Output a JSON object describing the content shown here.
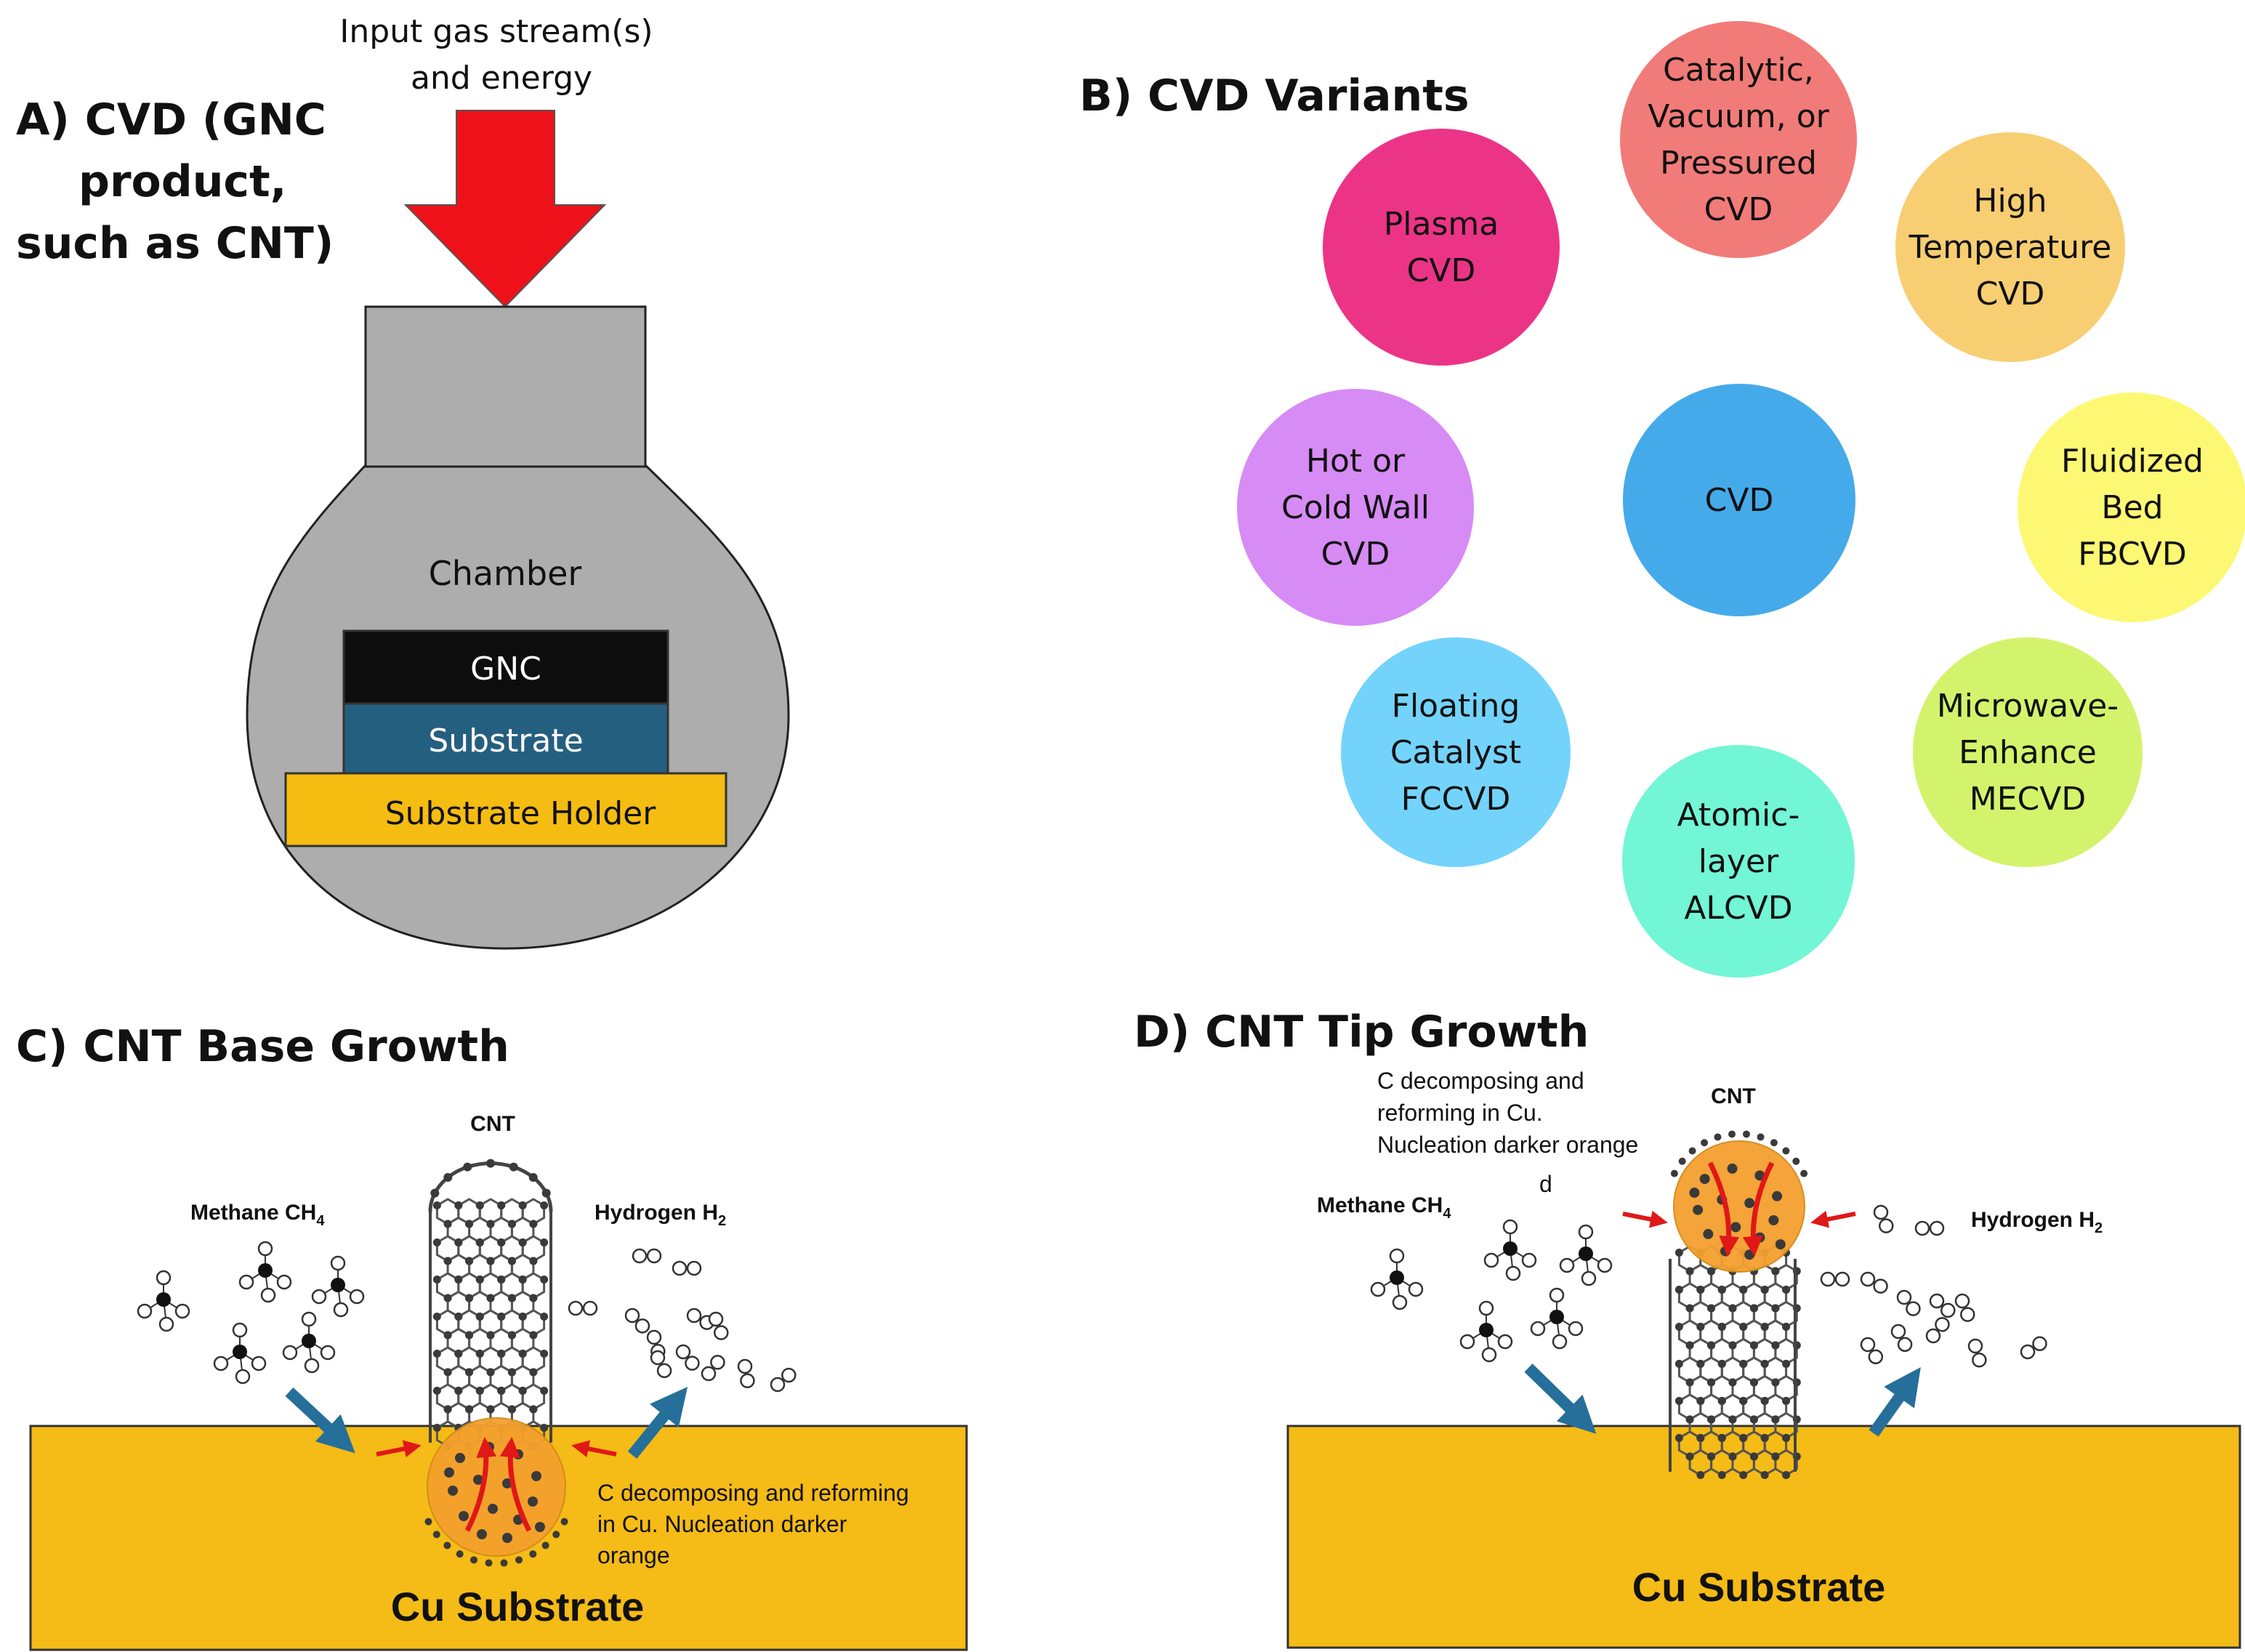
{
  "panel_a": {
    "title": [
      "A) CVD (GNC",
      "product,",
      "such as CNT)"
    ],
    "input_label": [
      "Input gas stream(s)",
      "and energy"
    ],
    "chamber_label": "Chamber",
    "gnc_label": "GNC",
    "substrate_label": "Substrate",
    "holder_label": "Substrate Holder",
    "colors": {
      "arrow": "#ee1119",
      "chamber": "#adadad",
      "gnc": "#0d0d0d",
      "substrate": "#255f80",
      "holder": "#f5bc12"
    }
  },
  "panel_b": {
    "title": "B) CVD Variants",
    "center": {
      "lines": [
        "CVD"
      ],
      "color": "#45aaea"
    },
    "variants": [
      {
        "lines": [
          "Catalytic,",
          "Vacuum, or",
          "Pressured",
          "CVD"
        ],
        "color": "#f17b78"
      },
      {
        "lines": [
          "High",
          "Temperature",
          "CVD"
        ],
        "color": "#f8ce73"
      },
      {
        "lines": [
          "Fluidized",
          "Bed",
          "FBCVD"
        ],
        "color": "#fdf874"
      },
      {
        "lines": [
          "Microwave-",
          "Enhance",
          "MECVD"
        ],
        "color": "#d4f36c"
      },
      {
        "lines": [
          "Atomic-",
          "layer",
          "ALCVD"
        ],
        "color": "#72f6d5"
      },
      {
        "lines": [
          "Floating",
          "Catalyst",
          "FCCVD"
        ],
        "color": "#73d3fa"
      },
      {
        "lines": [
          "Hot or",
          "Cold  Wall",
          "CVD"
        ],
        "color": "#d78bf4"
      },
      {
        "lines": [
          "Plasma",
          "CVD"
        ],
        "color": "#ec3487"
      }
    ]
  },
  "panel_c": {
    "title": "C) CNT Base Growth",
    "cnt_label": "CNT",
    "methane_label": "Methane CH",
    "methane_sub": "4",
    "hydrogen_label": "Hydrogen H",
    "hydrogen_sub": "2",
    "note": [
      "C decomposing and reforming",
      "in Cu. Nucleation darker",
      "orange"
    ],
    "substrate_label": "Cu Substrate"
  },
  "panel_d": {
    "title": "D) CNT Tip Growth",
    "cnt_label": "CNT",
    "methane_label": "Methane CH",
    "methane_sub": "4",
    "hydrogen_label": "Hydrogen H",
    "hydrogen_sub": "2",
    "note": [
      "C decomposing and",
      "reforming in Cu.",
      "Nucleation darker orange",
      "d"
    ],
    "substrate_label": "Cu Substrate"
  },
  "colors": {
    "cu": "#f5bb16",
    "particle": "#f4a02e",
    "blue_arrow": "#256f9a",
    "red_arrow": "#e01818",
    "carbon": "#3a3a3a"
  }
}
